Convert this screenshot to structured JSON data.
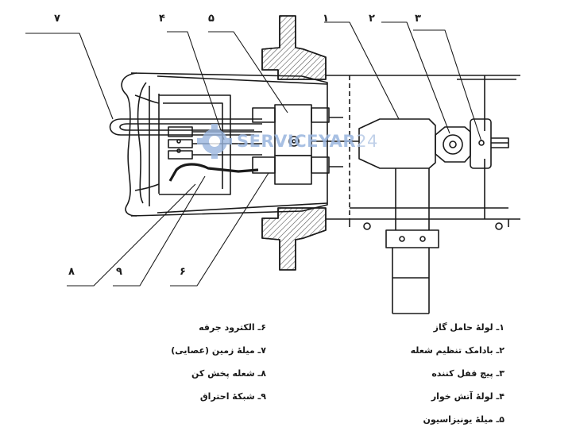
{
  "callouts": {
    "c1": "۱",
    "c2": "۲",
    "c3": "۳",
    "c4": "۴",
    "c5": "۵",
    "c6": "۶",
    "c7": "۷",
    "c8": "۸",
    "c9": "۹"
  },
  "watermark": {
    "brand": "SERVICEYAR",
    "number": "24"
  },
  "legend": {
    "right": [
      "۱ـ لولهٔ حامل گاز",
      "۲ـ بادامک تنظیم شعله",
      "۳ـ پیچ قفل کننده",
      "۴ـ لولهٔ آتش خوار",
      "۵ـ میلهٔ یونیزاسیون"
    ],
    "left": [
      "۶ـ الکترود جرقه",
      "۷ـ میلهٔ زمین (عصایی)",
      "۸ـ شعله پخش کن",
      "۹ـ شبکهٔ احتراق"
    ]
  },
  "colors": {
    "line": "#1a1a1a",
    "hatch": "#555555",
    "watermark": "#9ab6df"
  }
}
